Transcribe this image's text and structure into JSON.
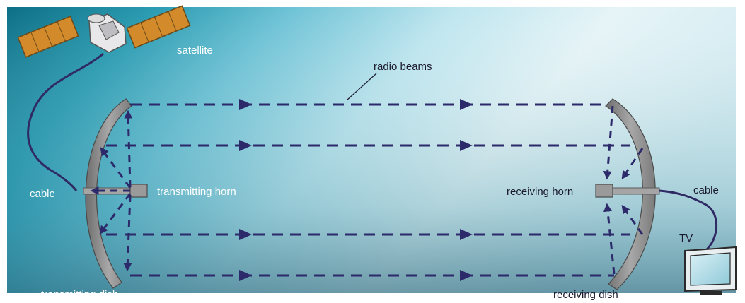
{
  "labels": {
    "satellite": "satellite",
    "radio_beams": "radio beams",
    "cable_left": "cable",
    "transmitting_horn": "transmitting horn",
    "transmitting_dish": "transmitting dish",
    "receiving_horn": "receiving horn",
    "receiving_dish": "receiving dish",
    "cable_right": "cable",
    "tv": "TV"
  },
  "colors": {
    "beam": "#2c2a6b",
    "dish": "#8c8c8c",
    "horn": "#9a9a9a",
    "cable": "#2f2a63",
    "panel": "#d38a2a"
  }
}
